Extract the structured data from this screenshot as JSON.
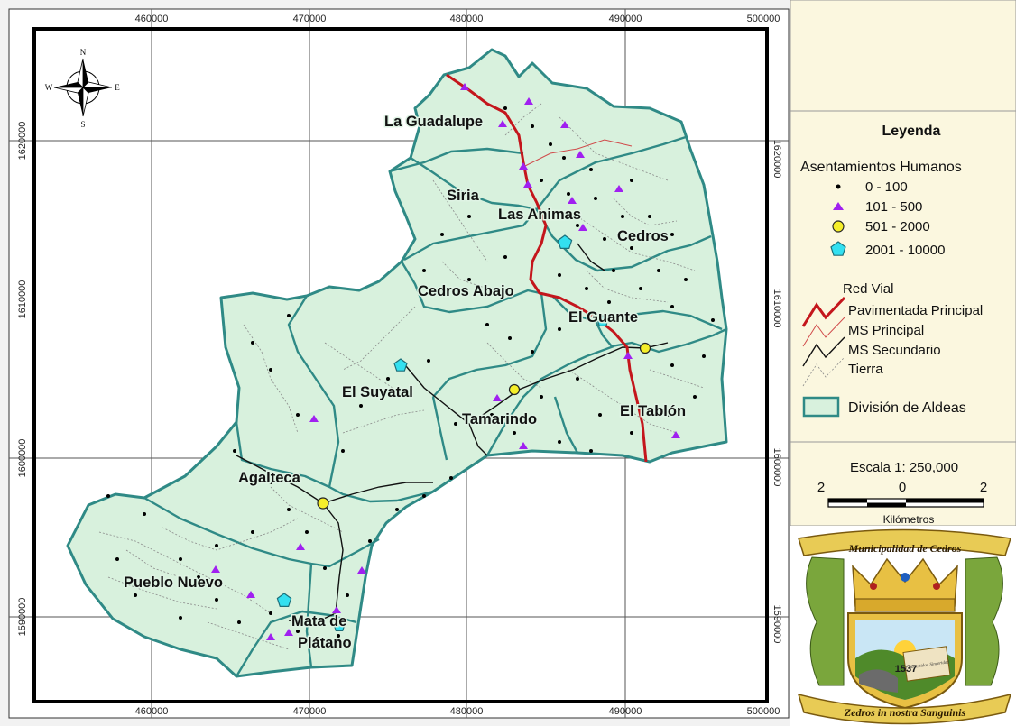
{
  "map": {
    "x_ticks": [
      "460000",
      "470000",
      "480000",
      "490000",
      "500000"
    ],
    "y_ticks_left": [
      "1620000",
      "1610000",
      "1600000",
      "1590000"
    ],
    "y_ticks_right": [
      "1620000",
      "1610000",
      "1600000",
      "1590000"
    ],
    "aldeas": [
      {
        "id": "la-guadalupe",
        "label": "La Guadalupe"
      },
      {
        "id": "siria",
        "label": "Siria"
      },
      {
        "id": "las-animas",
        "label": "Las Animas"
      },
      {
        "id": "cedros",
        "label": "Cedros"
      },
      {
        "id": "cedros-abajo",
        "label": "Cedros Abajo"
      },
      {
        "id": "el-guante",
        "label": "El Guante"
      },
      {
        "id": "el-suyatal",
        "label": "El Suyatal"
      },
      {
        "id": "tamarindo",
        "label": "Tamarindo"
      },
      {
        "id": "el-tablon",
        "label": "El Tablón"
      },
      {
        "id": "agalteca",
        "label": "Agalteca"
      },
      {
        "id": "pueblo-nuevo",
        "label": "Pueblo Nuevo"
      },
      {
        "id": "mata-de-platano-1",
        "label": "Mata de"
      },
      {
        "id": "mata-de-platano-2",
        "label": "Plátano"
      }
    ],
    "compass": {
      "n": "N",
      "s": "S",
      "e": "E",
      "w": "W"
    }
  },
  "legend": {
    "title": "Leyenda",
    "settlements_title": "Asentamientos Humanos",
    "settlements": [
      "0 - 100",
      "101 - 500",
      "501 - 2000",
      "2001 - 10000"
    ],
    "roads_title": "Red Vial",
    "roads": [
      "Pavimentada Principal",
      "MS Principal",
      "MS Secundario",
      "Tierra"
    ],
    "division": "División de Aldeas"
  },
  "scale": {
    "title": "Escala 1: 250,000",
    "left": "2",
    "mid": "0",
    "right": "2",
    "unit": "Kilómetros"
  },
  "seal": {
    "top_text": "Municipalidad de Cedros",
    "bottom_text": "Zedros in nostra Sanguinis",
    "book_text": "Paz Honestidad Sinceridad",
    "year": "1537"
  },
  "colors": {
    "district_fill": "#d8f1dd",
    "district_border": "#2f8a86",
    "paved_road": "#c4161c",
    "ms_principal": "#d04a4a",
    "panel_bg": "#fbf7df",
    "triangle": "#a020f0",
    "yellow_circle": "#f5ee2a",
    "cyan_pentagon": "#33e0f0"
  }
}
